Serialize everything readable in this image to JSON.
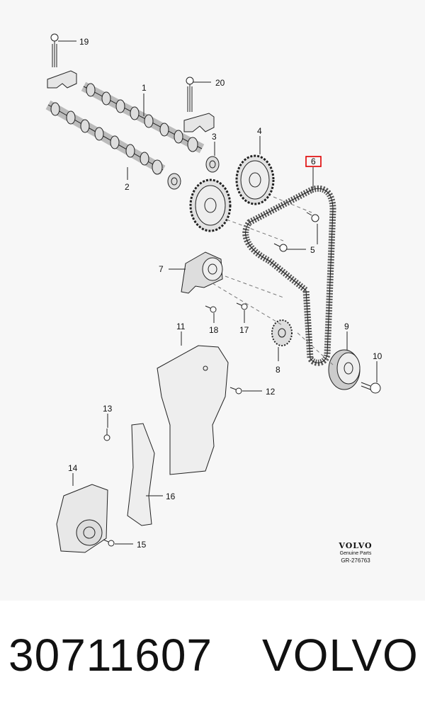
{
  "diagram": {
    "callouts": [
      "19",
      "20",
      "1",
      "3",
      "4",
      "2",
      "6",
      "5",
      "7",
      "18",
      "17",
      "11",
      "9",
      "10",
      "8",
      "12",
      "13",
      "14",
      "16",
      "15"
    ],
    "highlighted_callout": "6",
    "highlight_color": "#e00000",
    "brand": {
      "logo": "VOLVO",
      "subtitle": "Genuine Parts",
      "code": "GR-276763"
    }
  },
  "footer": {
    "part_number": "30711607",
    "brand_name": "VOLVO"
  }
}
